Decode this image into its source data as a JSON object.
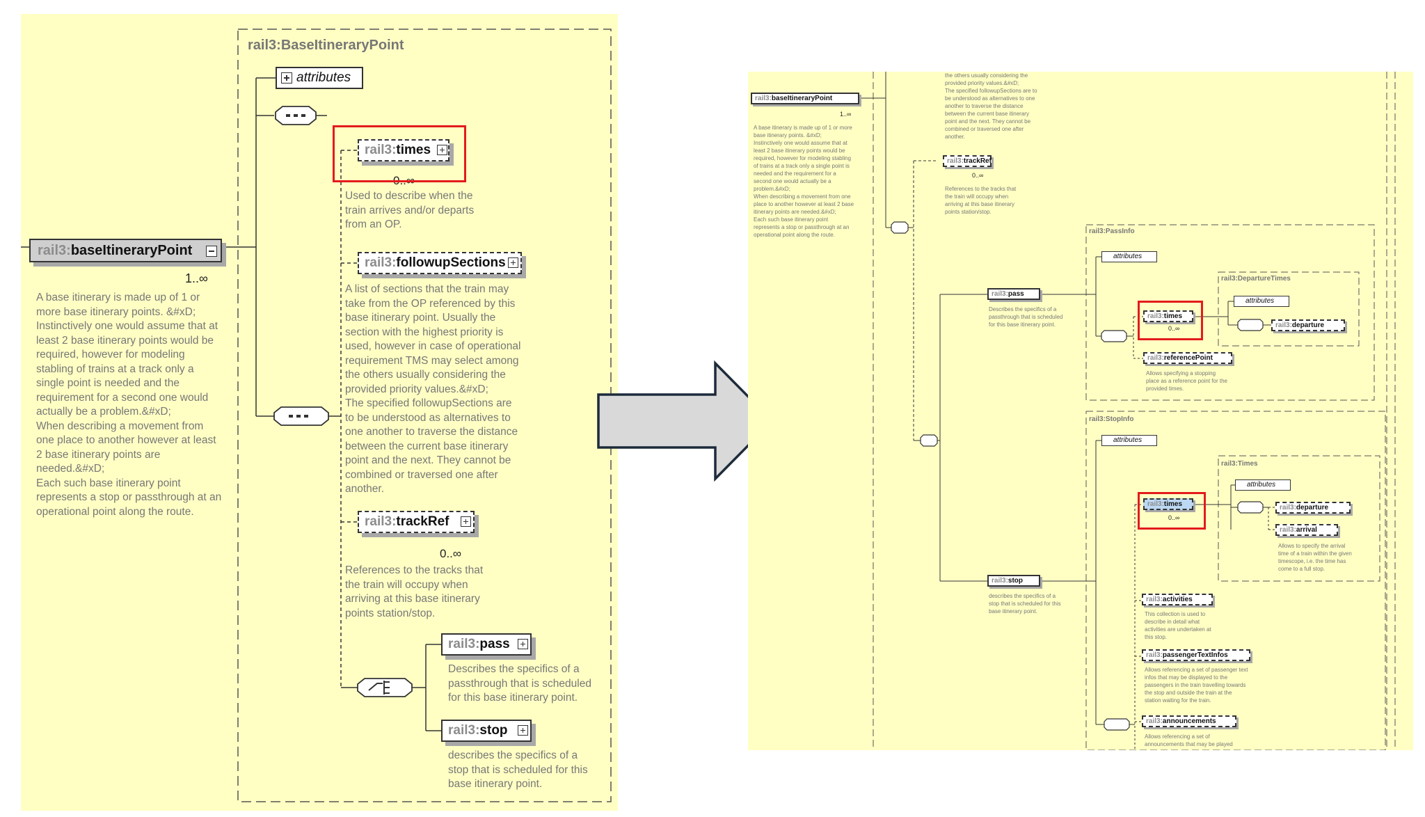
{
  "left": {
    "group_title_prefix": "rail3:",
    "group_title_name": "BaseItineraryPoint",
    "root": {
      "prefix": "rail3:",
      "name": "baseItineraryPoint",
      "occurrence": "1..∞",
      "description": "A base itinerary is made up of 1 or\nmore base itinerary points. &#xD;\nInstinctively one would assume that at\nleast 2 base itinerary points would be\nrequired, however for modeling\nstabling of trains at a track only a\nsingle point is needed and the\nrequirement for a second one would\nactually be a problem.&#xD;\nWhen describing a movement from\none place to another however at least\n2 base itinerary points are\nneeded.&#xD;\nEach such base itinerary point\nrepresents a stop or passthrough at an\noperational point along the route."
    },
    "attributes_label": "attributes",
    "times": {
      "prefix": "rail3:",
      "name": "times",
      "occurrence": "0..∞",
      "description": "Used to describe when the\ntrain arrives and/or departs\nfrom an OP."
    },
    "followup": {
      "prefix": "rail3:",
      "name": "followupSections",
      "description": "A list of sections that the train may\ntake from the OP referenced by this\nbase itinerary point. Usually the\nsection with the highest priority is\nused, however in case of operational\nrequirement TMS may select among\nthe others usually considering the\nprovided priority values.&#xD;\nThe specified followupSections are\nto be understood as alternatives to\none another to traverse the distance\nbetween the current base itinerary\npoint and the next. They cannot be\ncombined or traversed one after\nanother."
    },
    "trackref": {
      "prefix": "rail3:",
      "name": "trackRef",
      "occurrence": "0..∞",
      "description": "References to the tracks that\nthe train will occupy when\narriving at this base itinerary\npoints station/stop."
    },
    "pass": {
      "prefix": "rail3:",
      "name": "pass",
      "description": "Describes the specifics of a\npassthrough that is scheduled\nfor this base itinerary point."
    },
    "stop": {
      "prefix": "rail3:",
      "name": "stop",
      "description": "describes the specifics of a\nstop that is scheduled for this\nbase itinerary point."
    }
  },
  "right": {
    "top_text": "the others usually considering the\nprovided priority values.&#xD;\nThe specified followupSections are to\nbe understood as alternatives to one\nanother to traverse the distance\nbetween the current base itinerary\npoint and the next. They cannot be\ncombined or traversed one after\nanother.",
    "root": {
      "prefix": "rail3:",
      "name": "baseItineraryPoint",
      "occurrence": "1..∞",
      "description": "A base itinerary is made up of 1 or more\nbase itinerary points. &#xD;\nInstinctively one would assume that at\nleast 2 base itinerary points would be\nrequired, however for modeling stabling\nof trains at a track only a single point is\nneeded and the requirement for a\nsecond one would actually be a\nproblem.&#xD;\nWhen describing a movement from one\nplace to another however at least 2 base\nitinerary points are needed.&#xD;\nEach such base itinerary point\nrepresents a stop or passthrough at an\noperational point along the route."
    },
    "trackref": {
      "prefix": "rail3:",
      "name": "trackRef",
      "occurrence": "0..∞",
      "description": "References to the tracks that\nthe train will occupy when\narriving at this base itinerary\npoints station/stop."
    },
    "passinfo_title": "rail3:PassInfo",
    "pass": {
      "prefix": "rail3:",
      "name": "pass",
      "description": "Describes the specifics of a\npassthrough that is scheduled\nfor this base itinerary point."
    },
    "attributes_label": "attributes",
    "departuretimes_title": "rail3:DepartureTimes",
    "pass_times": {
      "prefix": "rail3:",
      "name": "times",
      "occurrence": "0..∞"
    },
    "departure": {
      "prefix": "rail3:",
      "name": "departure"
    },
    "referencepoint": {
      "prefix": "rail3:",
      "name": "referencePoint",
      "description": "Allows specifying a stopping\nplace as a reference point for the\nprovided times."
    },
    "stopinfo_title": "rail3:StopInfo",
    "stop": {
      "prefix": "rail3:",
      "name": "stop",
      "description": "describes the specifics of a\nstop that is scheduled for this\nbase itinerary point."
    },
    "times_title": "rail3:Times",
    "stop_times": {
      "prefix": "rail3:",
      "name": "times",
      "occurrence": "0..∞"
    },
    "stop_departure": {
      "prefix": "rail3:",
      "name": "departure"
    },
    "arrival": {
      "prefix": "rail3:",
      "name": "arrival",
      "description": "Allows to specify the arrival\ntime of a train within the given\ntimescope, i.e. the time has\ncome to a full stop."
    },
    "activities": {
      "prefix": "rail3:",
      "name": "activities",
      "description": "This collection is used to\ndescribe in detail what\nactivities are undertaken at\nthis stop."
    },
    "passengertext": {
      "prefix": "rail3:",
      "name": "passengerTextInfos",
      "description": "Allows referencing a set of passenger text\ninfos that may be displayed to the\npassengers in the train travelling towards\nthe stop and outside the train at the\nstation waiting for the train."
    },
    "announcements": {
      "prefix": "rail3:",
      "name": "announcements",
      "description": "Allows referencing a set of\nannouncements that may be played"
    }
  },
  "colors": {
    "panel": "#ffffc4",
    "highlight": "#e31b1b",
    "arrow_fill": "#d9d9d9",
    "arrow_stroke": "#1d2b3a"
  }
}
